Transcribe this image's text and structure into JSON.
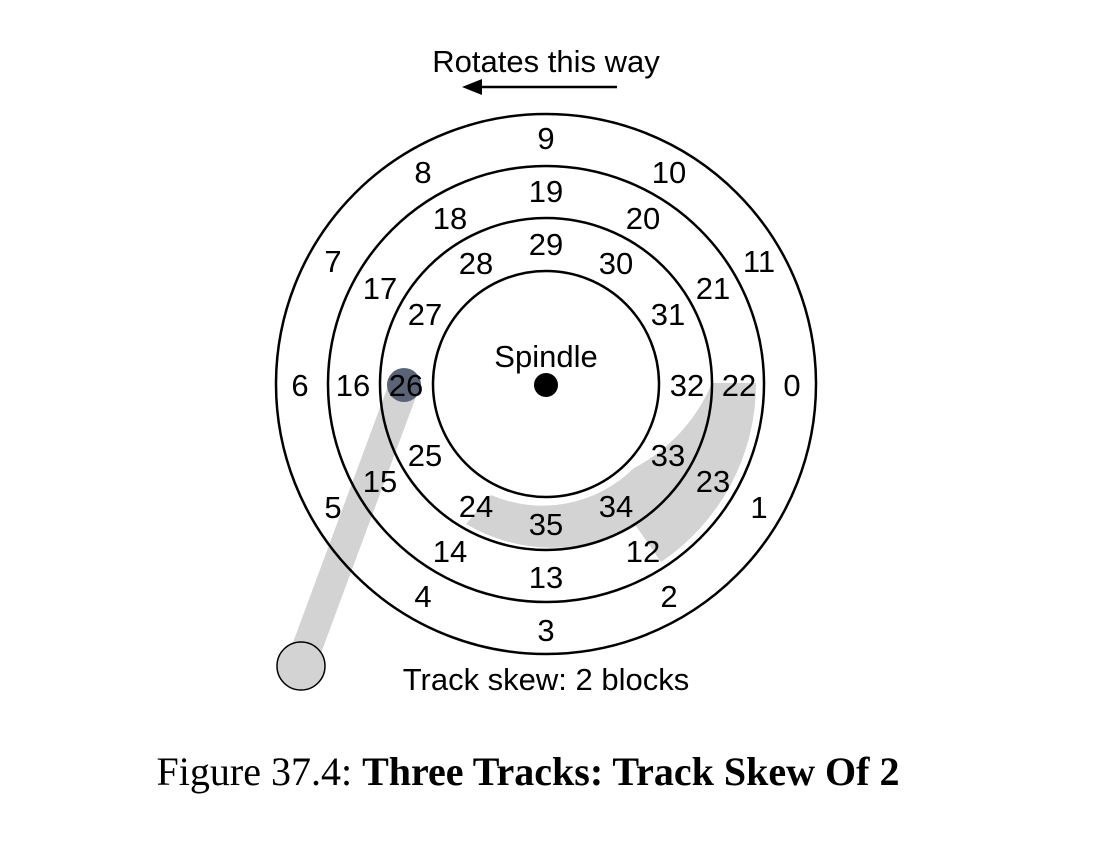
{
  "diagram": {
    "rotation_label": "Rotates this way",
    "spindle_label": "Spindle",
    "skew_label": "Track skew: 2 blocks",
    "tracks": [
      {
        "name": "outer",
        "blocks": [
          "0",
          "1",
          "2",
          "3",
          "4",
          "5",
          "6",
          "7",
          "8",
          "9",
          "10",
          "11"
        ]
      },
      {
        "name": "middle",
        "blocks": [
          "22",
          "23",
          "12",
          "13",
          "14",
          "15",
          "16",
          "17",
          "18",
          "19",
          "20",
          "21"
        ]
      },
      {
        "name": "inner",
        "blocks": [
          "32",
          "33",
          "34",
          "35",
          "24",
          "25",
          "26",
          "27",
          "28",
          "29",
          "30",
          "31"
        ]
      }
    ],
    "colors": {
      "ink": "#000000",
      "highlight": "#d3d3d3",
      "head": "#5a6476",
      "arm": "#d3d3d3"
    }
  },
  "caption": {
    "prefix": "Figure 37.4:",
    "title": "Three Tracks: Track Skew Of 2"
  }
}
